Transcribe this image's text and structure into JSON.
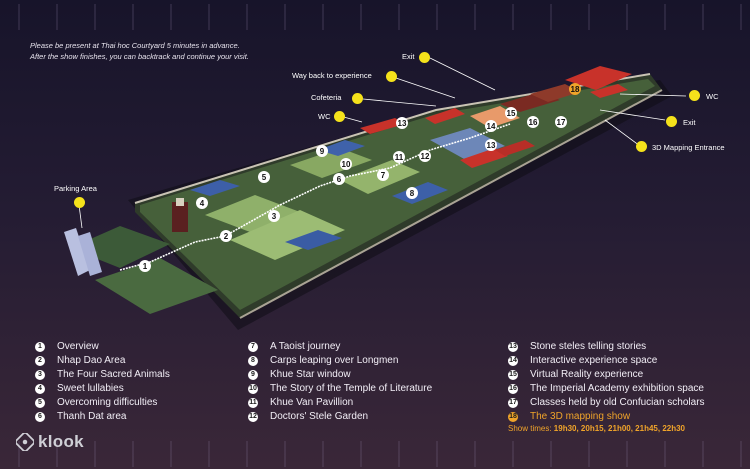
{
  "notice": {
    "line1": "Please be present at Thai hoc Courtyard 5 minutes in advance.",
    "line2": "After the  show finishes, you can backtrack and continue your visit."
  },
  "callouts": {
    "exit_top": "Exit",
    "way_back": "Way back to experience",
    "cofeteria": "Cofeteria",
    "wc_left": "WC",
    "wc_right": "WC",
    "exit_right": "Exit",
    "mapping_entrance": "3D Mapping Entrance",
    "parking": "Parking Area"
  },
  "legend": {
    "col1": [
      {
        "num": "1",
        "label": "Overview"
      },
      {
        "num": "2",
        "label": "Nhap Dao Area"
      },
      {
        "num": "3",
        "label": "The Four Sacred Animals"
      },
      {
        "num": "4",
        "label": "Sweet lullabies"
      },
      {
        "num": "5",
        "label": "Overcoming difficulties"
      },
      {
        "num": "6",
        "label": "Thanh Dat area"
      }
    ],
    "col2": [
      {
        "num": "7",
        "label": "A Taoist journey"
      },
      {
        "num": "8",
        "label": "Carps leaping over Longmen"
      },
      {
        "num": "9",
        "label": "Khue Star window"
      },
      {
        "num": "10",
        "label": "The Story of the Temple of Literature"
      },
      {
        "num": "11",
        "label": "Khue Van Pavillion"
      },
      {
        "num": "12",
        "label": "Doctors' Stele Garden"
      }
    ],
    "col3": [
      {
        "num": "13",
        "label": "Stone steles telling stories"
      },
      {
        "num": "14",
        "label": "Interactive experience space"
      },
      {
        "num": "15",
        "label": "Virtual Reality experience"
      },
      {
        "num": "16",
        "label": "The Imperial Academy exhibition space"
      },
      {
        "num": "17",
        "label": "Classes held by old Confucian scholars"
      },
      {
        "num": "18",
        "label": "The 3D mapping show"
      }
    ]
  },
  "showtimes": {
    "label": "Show times: ",
    "values": "19h30, 20h15, 21h00, 21h45, 22h30"
  },
  "logo": {
    "text": "klook"
  },
  "colors": {
    "accent": "#f5e21b",
    "highlight": "#f0a42a",
    "background": "#1d1830"
  }
}
